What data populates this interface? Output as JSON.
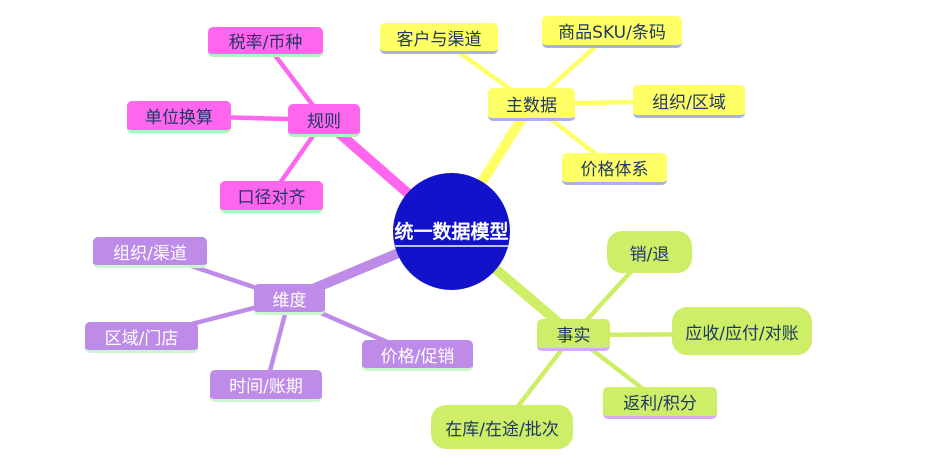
{
  "diagram": {
    "root_label": "统一数据模型",
    "nodes": {
      "rules": "规则",
      "tax_currency": "税率/币种",
      "unit_conversion": "单位换算",
      "caliber_alignment": "口径对齐",
      "master_data": "主数据",
      "customer_channel": "客户与渠道",
      "sku_barcode": "商品SKU/条码",
      "org_region": "组织/区域",
      "price_system": "价格体系",
      "dimension": "维度",
      "org_channel": "组织/渠道",
      "region_store": "区域/门店",
      "time_period": "时间/账期",
      "price_promotion": "价格/促销",
      "fact": "事实",
      "sales_return": "销/退",
      "receivable_payable_reconciliation": "应收/应付/对账",
      "rebate_points": "返利/积分",
      "stock_transit_batch": "在库/在途/批次"
    },
    "colors": {
      "root_fill": "#1212cb",
      "root_text": "#ffffff",
      "rules_branch": "#ff66ee",
      "master_data_branch": "#ffff66",
      "dimension_branch": "#be8ce8",
      "fact_branch": "#cdee66",
      "dark_text": "#1f3864",
      "purple_node_text": "#ffffff",
      "underline_green": "#b2f5b2",
      "underline_periwinkle": "#aab0ee",
      "underline_lavender": "#d6aaf0"
    }
  }
}
